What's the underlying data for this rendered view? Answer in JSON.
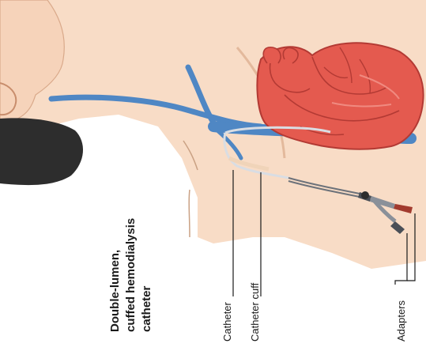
{
  "diagram": {
    "title_lines": [
      "Double-lumen,",
      "cuffed hemodialysis",
      "catheter"
    ],
    "labels": {
      "catheter": "Catheter",
      "catheter_cuff": "Catheter cuff",
      "adapters": "Adapters"
    }
  },
  "colors": {
    "skin": "#f8dcc6",
    "skin_shadow": "#efc3a6",
    "hair": "#2d2d2d",
    "vein": "#4f87c4",
    "heart": "#e45a4f",
    "heart_dark": "#b33a34",
    "catheter": "#d9dde3",
    "cuff": "#f0d4b9",
    "adapter_red": "#a23b2e"
  }
}
